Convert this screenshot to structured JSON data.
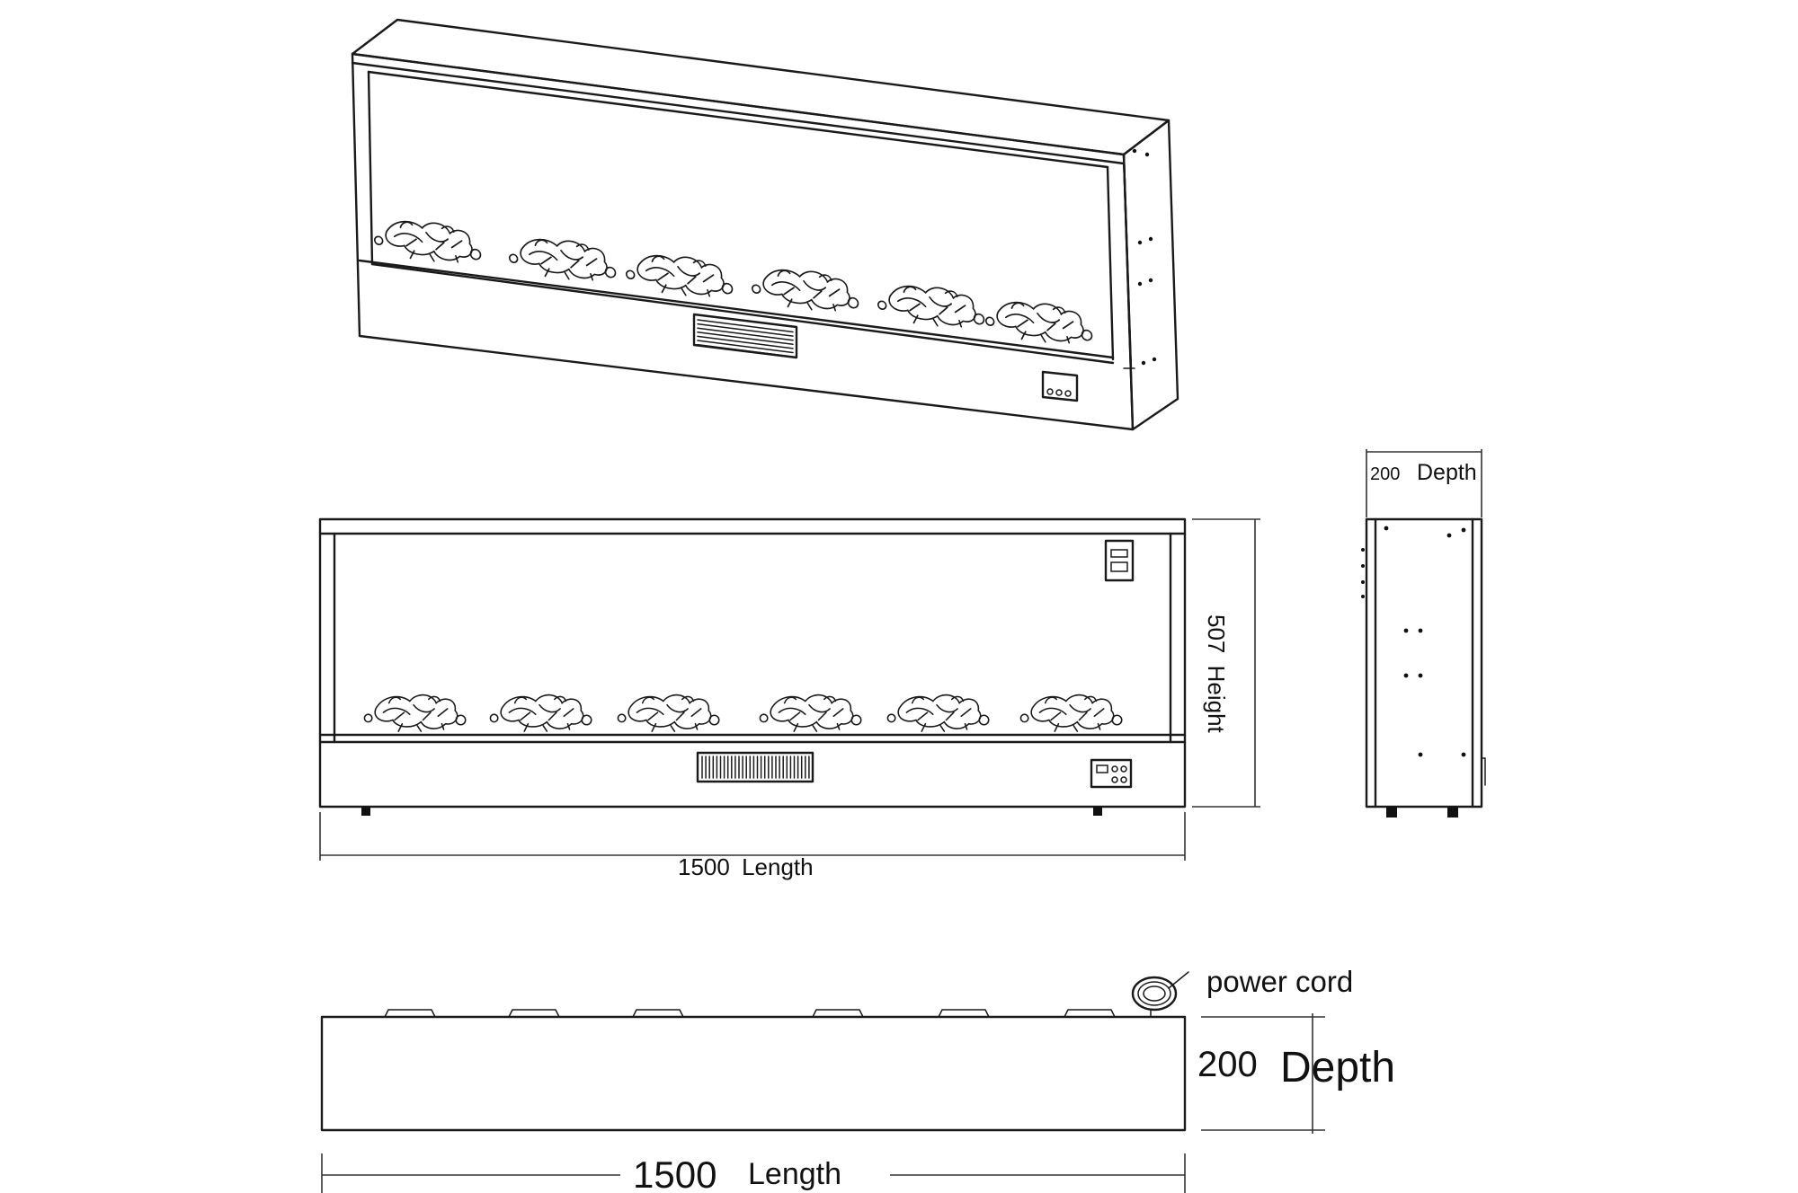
{
  "labels": {
    "side_depth_value": "200",
    "side_depth_unit": "Depth",
    "front_height_value": "507",
    "front_height_unit": "Height",
    "front_length_value": "1500",
    "front_length_unit": "Length",
    "power_cord": "power cord",
    "top_depth_value": "200",
    "top_depth_unit": "Depth",
    "top_length_value": "1500",
    "top_length_unit": "Length"
  },
  "colors": {
    "line": "#1a1a1a",
    "background": "#ffffff"
  }
}
